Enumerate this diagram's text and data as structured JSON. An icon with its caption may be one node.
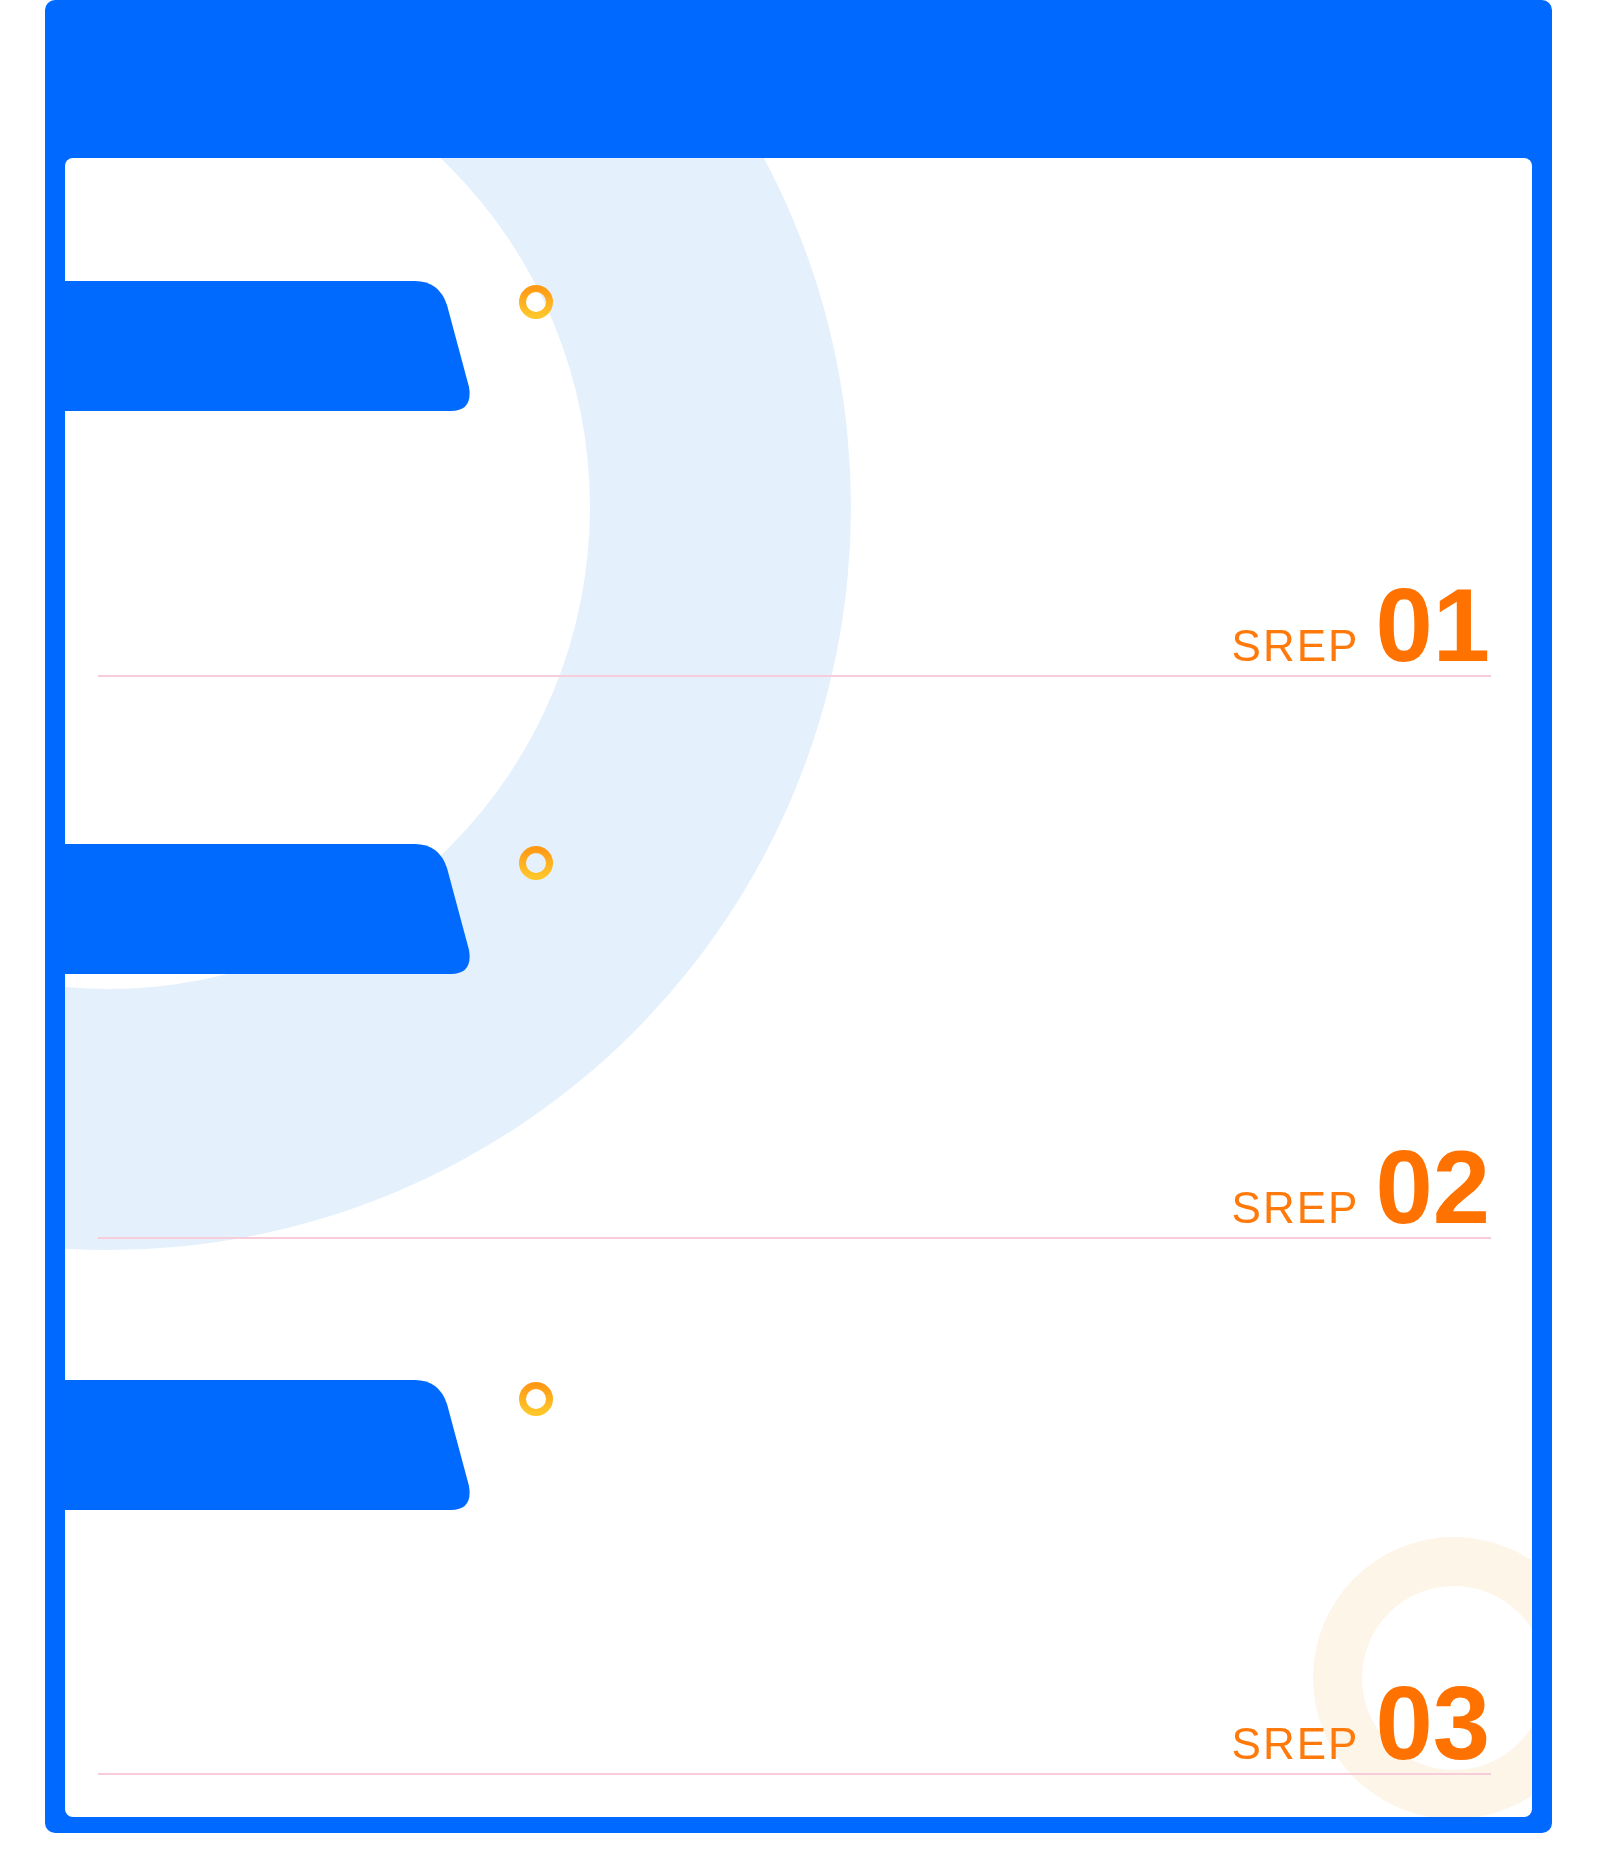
{
  "diagram": {
    "nodes": [
      {
        "text": [],
        "shape": "box"
      },
      {
        "text": [],
        "shape": "box"
      },
      {
        "text": [],
        "shape": "box"
      }
    ],
    "labels": [
      "SREP",
      "01",
      "SREP",
      "02",
      "SREP",
      "03"
    ]
  }
}
